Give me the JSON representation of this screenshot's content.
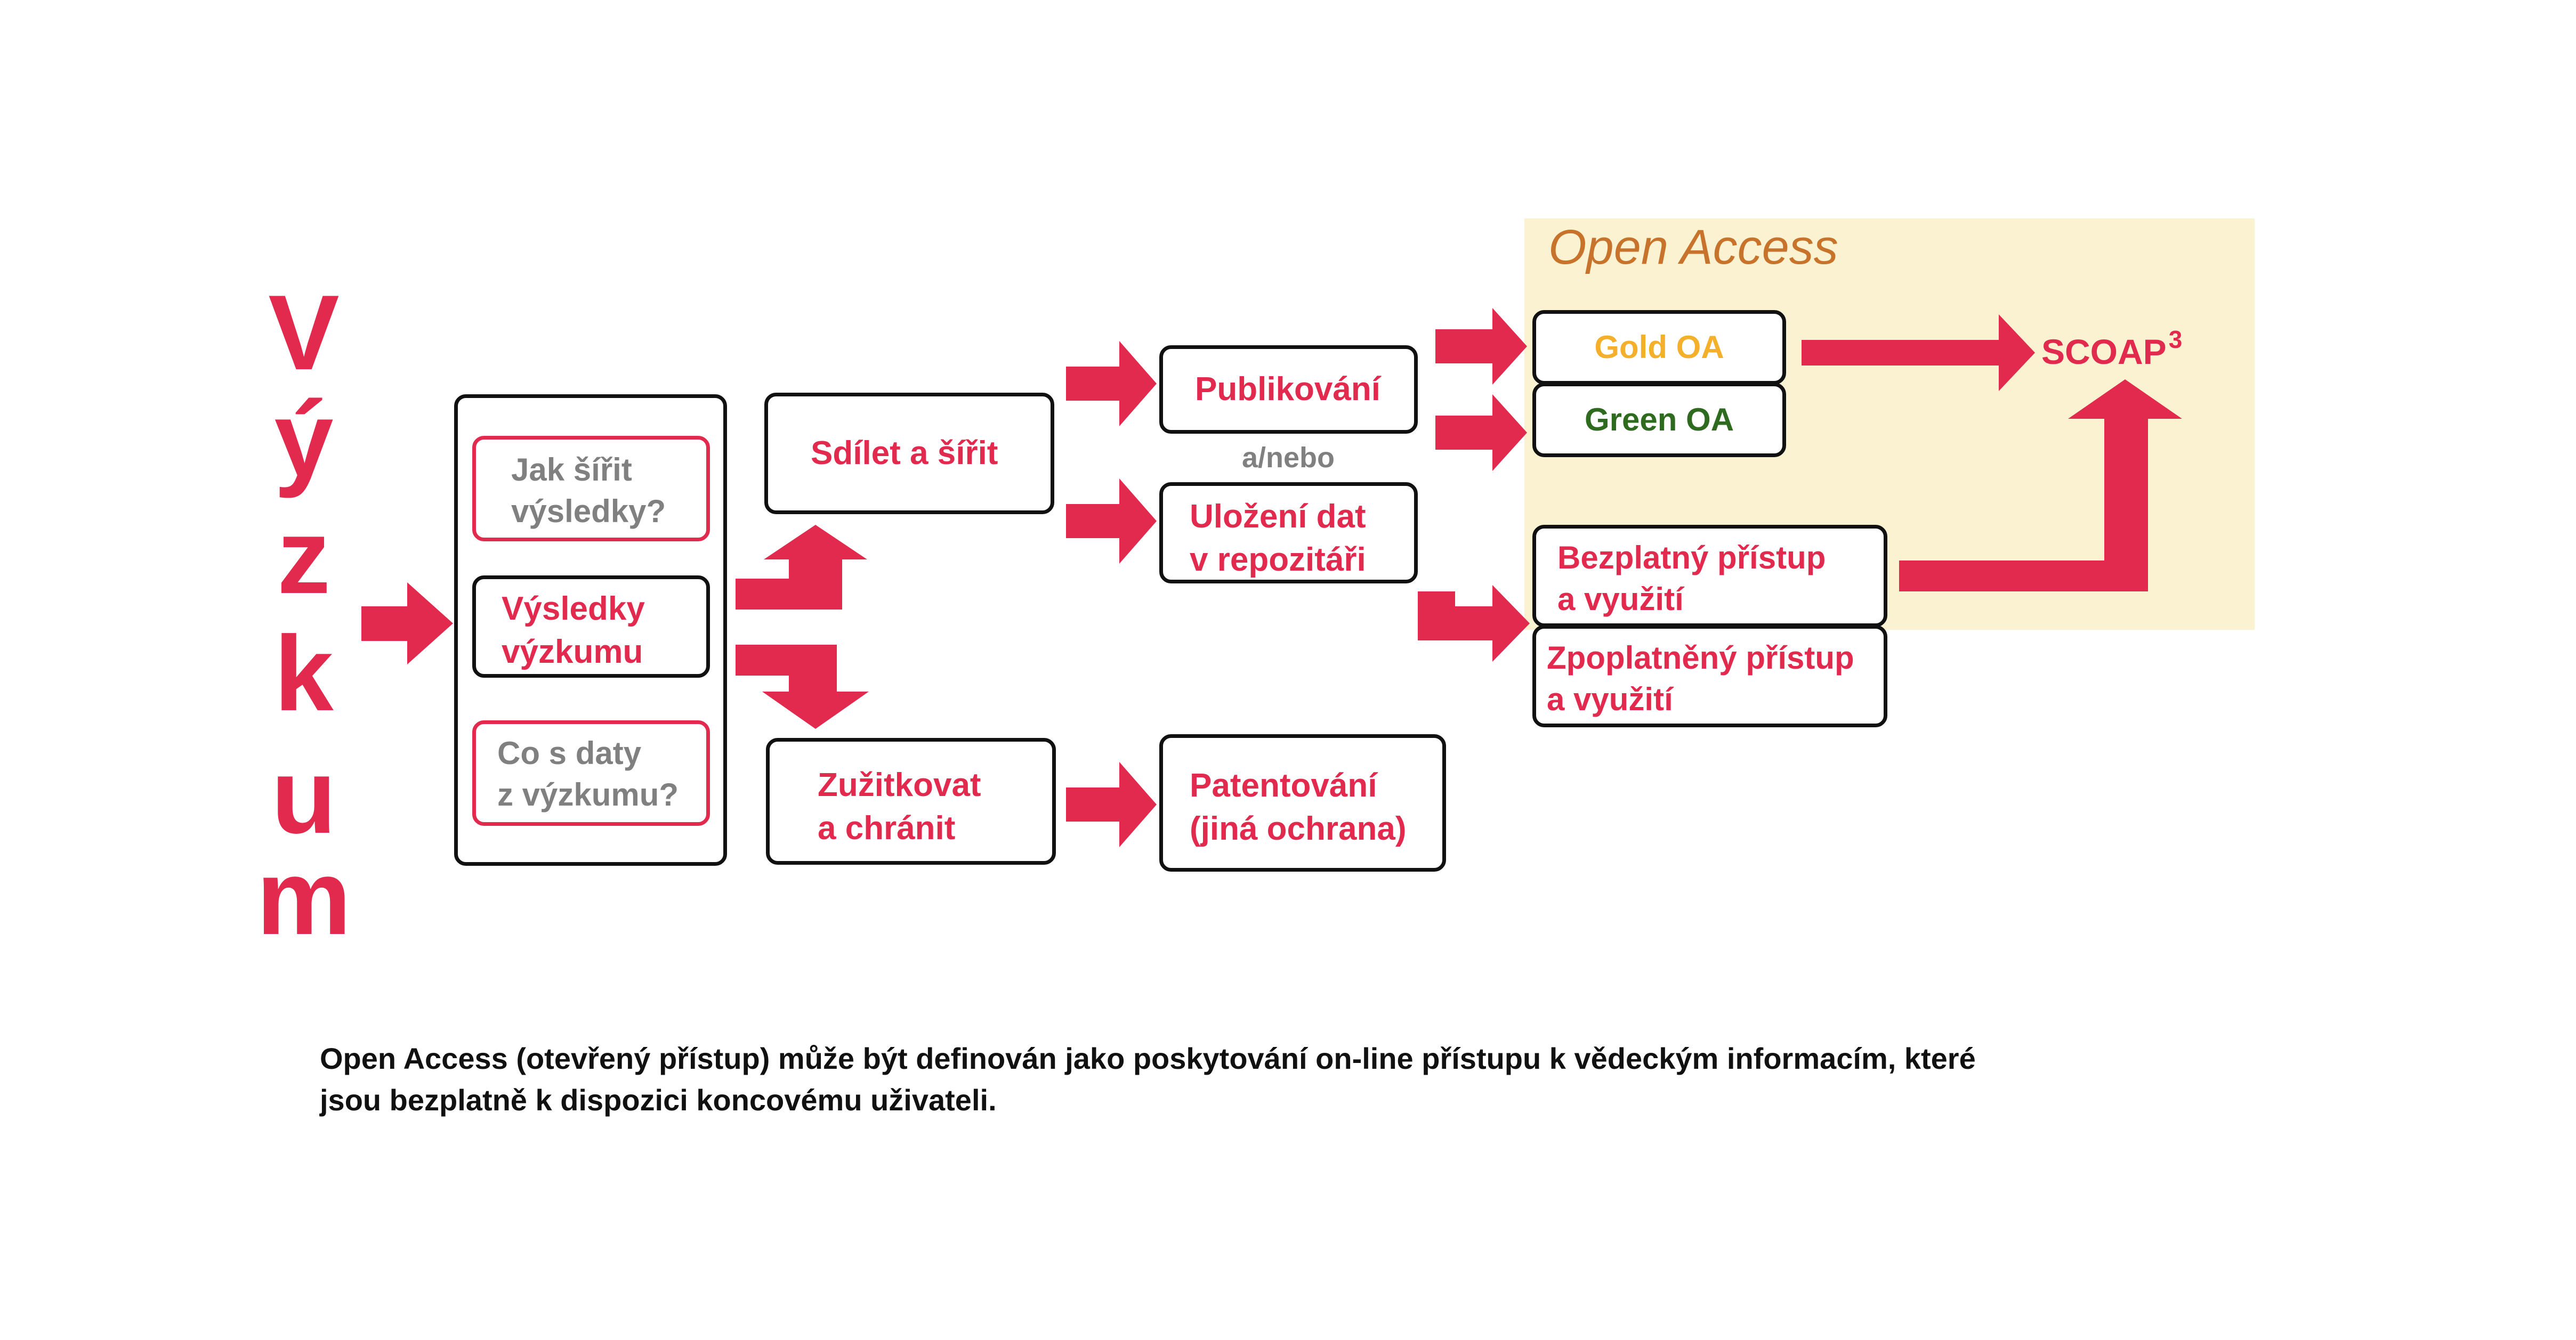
{
  "colors": {
    "accent_red": "#e22a4e",
    "gold": "#f4b02a",
    "green": "#2f6b1f",
    "open_access_bg": "#fbf2d1",
    "open_access_title": "#c8732c",
    "gray_text": "#808080"
  },
  "research": {
    "letters": [
      "V",
      "ý",
      "z",
      "k",
      "u",
      "m"
    ]
  },
  "results_group": {
    "question_share": [
      "Jak šířit",
      "výsledky?"
    ],
    "main": [
      "Výsledky",
      "výzkumu"
    ],
    "question_data": [
      "Co s daty",
      "z výzkumu?"
    ]
  },
  "share": {
    "label": "Sdílet a šířit"
  },
  "exploit": {
    "label": [
      "Zužitkovat",
      "a chránit"
    ]
  },
  "publish": {
    "label": "Publikování"
  },
  "and_or": {
    "label": "a/nebo"
  },
  "repository": {
    "label": [
      "Uložení dat",
      "v repozitáři"
    ]
  },
  "patent": {
    "label": [
      "Patentování",
      "(jiná ochrana)"
    ]
  },
  "open_access": {
    "title": "Open Access",
    "gold": "Gold OA",
    "green": "Green OA",
    "free_access": [
      "Bezplatný přístup",
      "a využití"
    ],
    "paid_access": [
      "Zpoplatněný přístup",
      "a využití"
    ]
  },
  "scoap": {
    "label": "SCOAP",
    "superscript": "3"
  },
  "footnote": {
    "line1": "Open Access (otevřený přístup) může být definován jako poskytování on-line přístupu k vědeckým informacím, které",
    "line2": "jsou bezplatně k dispozici koncovému uživateli."
  }
}
